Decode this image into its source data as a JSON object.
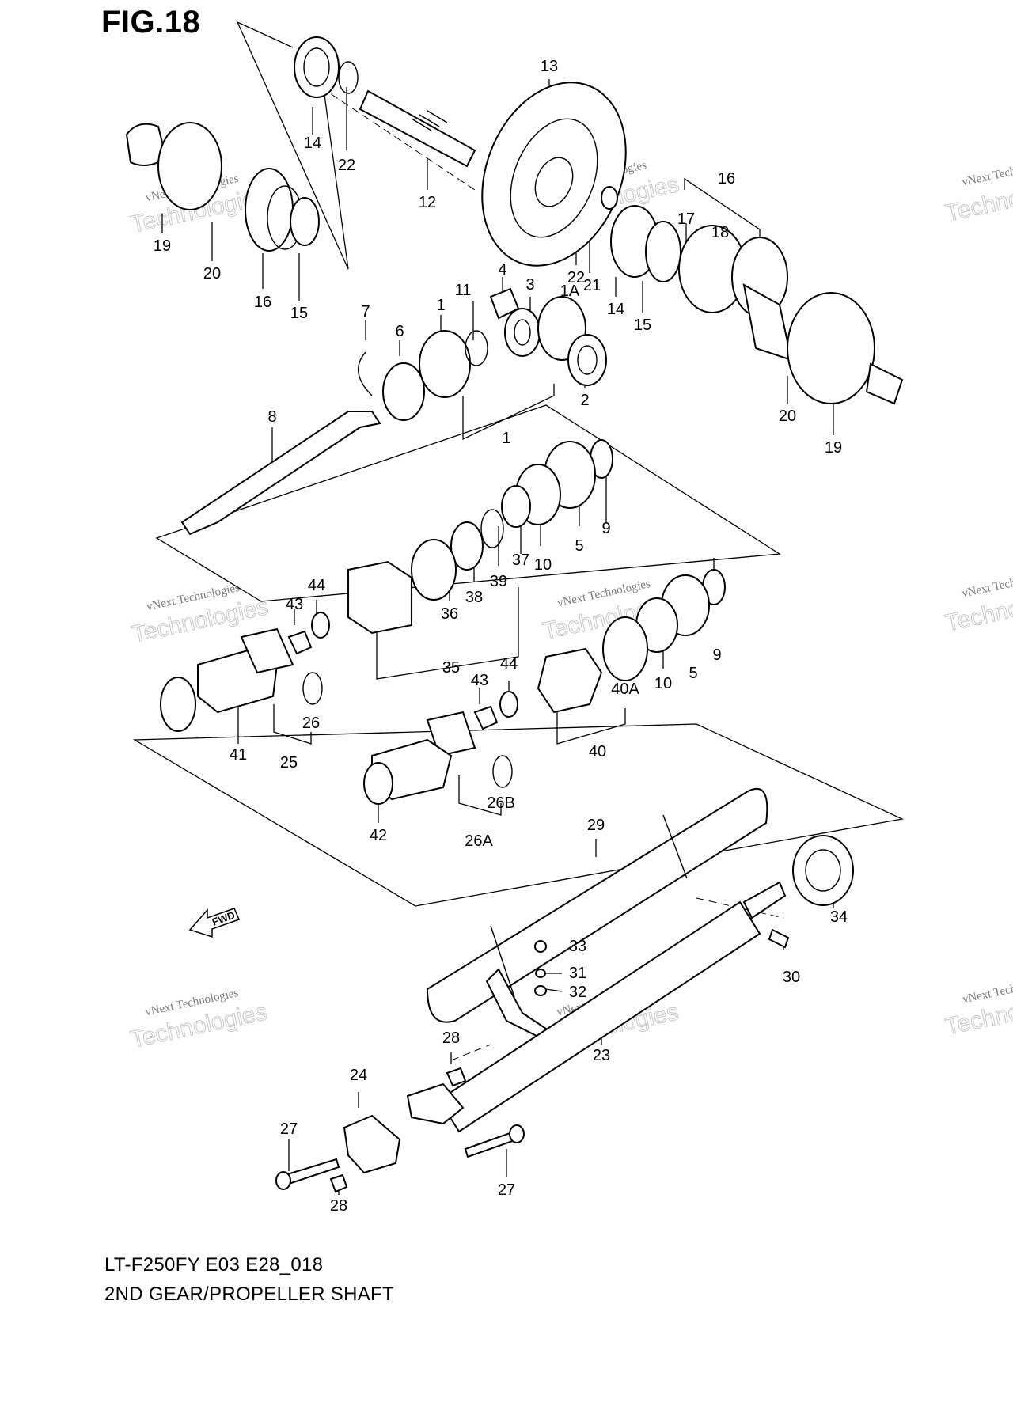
{
  "figure": {
    "title": "FIG.18",
    "model_code": "LT-F250FY E03 E28_018",
    "caption": "2ND GEAR/PROPELLER SHAFT"
  },
  "part_numbers": {
    "p14a": "14",
    "p22a": "22",
    "p13": "13",
    "p12": "12",
    "p16a": "16",
    "p19a": "19",
    "p20a": "20",
    "p15a": "15",
    "p22b": "22",
    "p21": "21",
    "p14b": "14",
    "p15b": "15",
    "p16b": "16",
    "p17": "17",
    "p18": "18",
    "p20b": "20",
    "p19b": "19",
    "p4": "4",
    "p3": "3",
    "p1a": "1A",
    "p2": "2",
    "p1b": "1",
    "p11": "11",
    "p7": "7",
    "p6": "6",
    "p8": "8",
    "p1c": "1",
    "p9a": "9",
    "p5a": "5",
    "p10a": "10",
    "p37": "37",
    "p39": "39",
    "p38": "38",
    "p36": "36",
    "p35": "35",
    "p44a": "44",
    "p43a": "43",
    "p26": "26",
    "p25": "25",
    "p41": "41",
    "p9b": "9",
    "p5b": "5",
    "p10b": "10",
    "p40a": "40A",
    "p40": "40",
    "p44b": "44",
    "p43b": "43",
    "p26b": "26B",
    "p26a": "26A",
    "p42": "42",
    "p29": "29",
    "p34": "34",
    "p33": "33",
    "p31": "31",
    "p32": "32",
    "p30": "30",
    "p28a": "28",
    "p23": "23",
    "p24": "24",
    "p27a": "27",
    "p27b": "27",
    "p28b": "28"
  },
  "forward_label": "FWD",
  "watermark": {
    "line1": "vNext Technologies",
    "line2": "Technologies",
    "badge": "vNext"
  }
}
